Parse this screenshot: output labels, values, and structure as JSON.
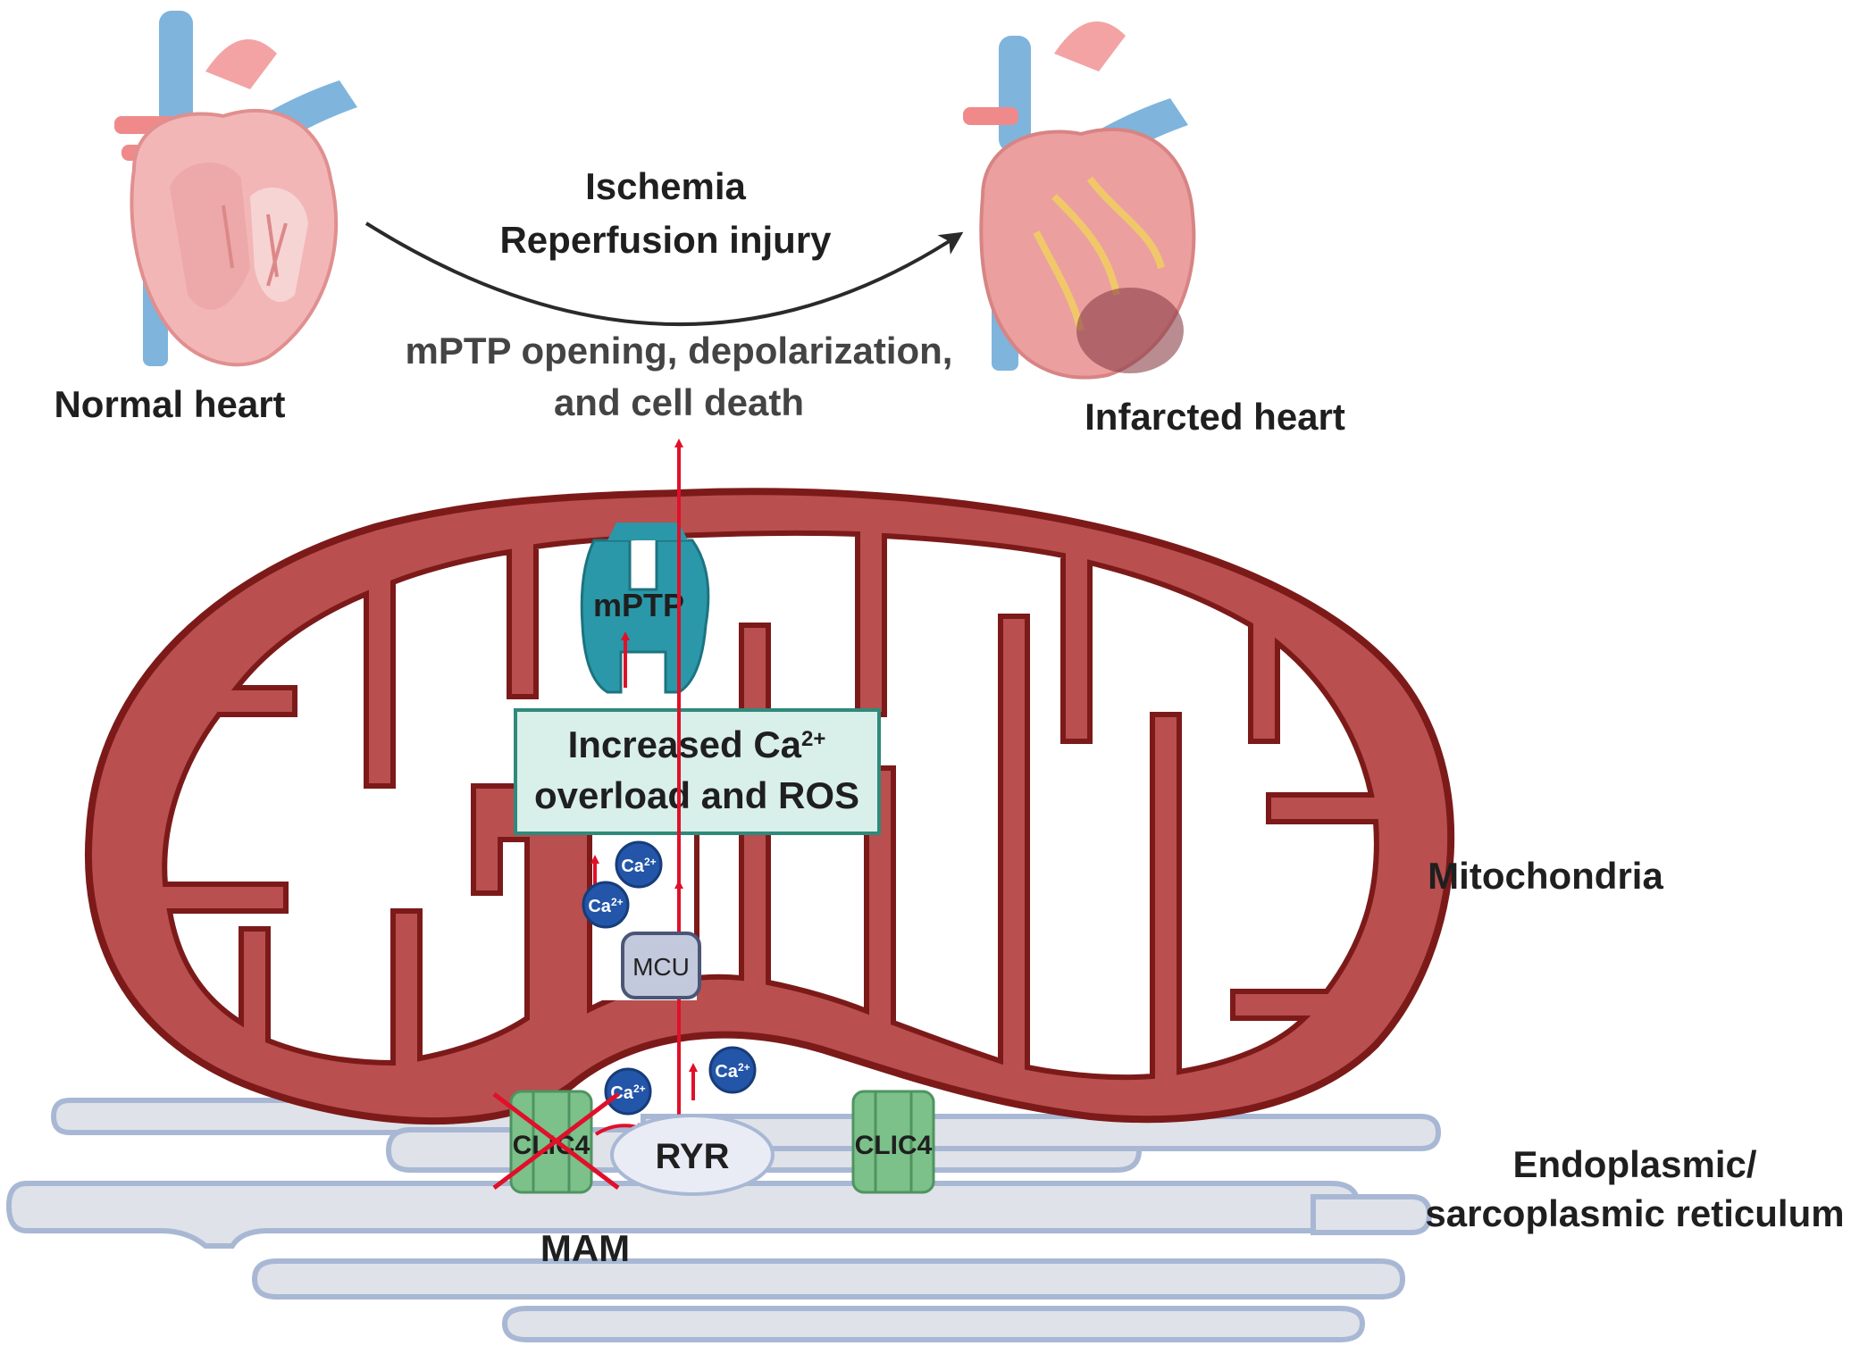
{
  "labels": {
    "normal_heart": "Normal heart",
    "infarcted_heart": "Infarcted heart",
    "transition_line1": "Ischemia",
    "transition_line2": "Reperfusion injury",
    "outcome_line1": "mPTP opening, depolarization,",
    "outcome_line2": "and cell death",
    "mptp": "mPTP",
    "box_line1": "Increased Ca",
    "box_sup": "2+",
    "box_line2": "overload and ROS",
    "mitochondria": "Mitochondria",
    "mcu": "MCU",
    "ca_ion": "Ca",
    "ca_sup": "2+",
    "ryr": "RYR",
    "clic4": "CLIC4",
    "mam": "MAM",
    "er_line1": "Endoplasmic/",
    "er_line2": "sarcoplasmic reticulum"
  },
  "colors": {
    "mito_fill": "#b94f4f",
    "mito_outline": "#7c1a1a",
    "matrix": "#ffffff",
    "mptp": "#2a98a8",
    "box_fill": "#d9efea",
    "box_border": "#2f8a7b",
    "arrow": "#e0102a",
    "er_fill": "#dfe2e8",
    "er_outline": "#a8b8d4",
    "clic4": "#7cc08a",
    "ca_ion": "#2355a8",
    "mcu": "#c3c9dc",
    "heart": "#f3b6b6",
    "vessel_blue": "#7fb4dc"
  }
}
